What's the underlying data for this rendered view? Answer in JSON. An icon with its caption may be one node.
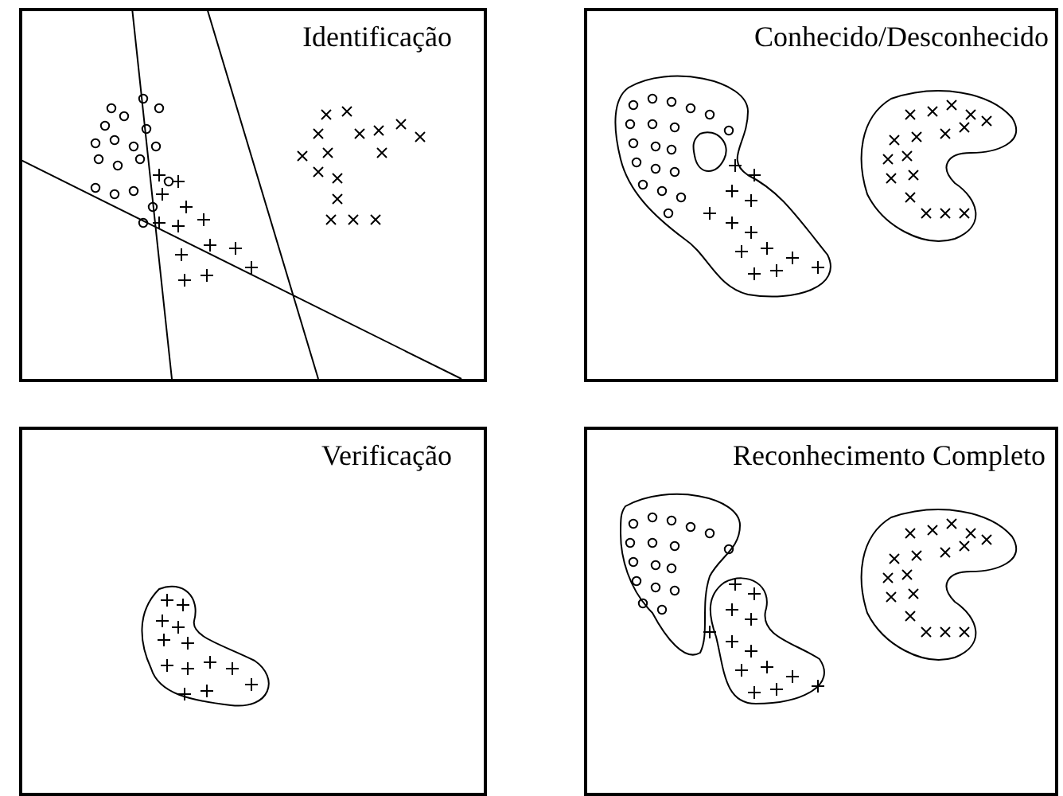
{
  "diagram": {
    "nodes": [
      {
        "text": [
          "Identificação"
        ]
      },
      {
        "text": [
          "Conhecido/Desconhecido"
        ]
      },
      {
        "text": [
          "Verificação"
        ]
      },
      {
        "text": [
          "Reconhecimento Completo"
        ]
      }
    ]
  }
}
